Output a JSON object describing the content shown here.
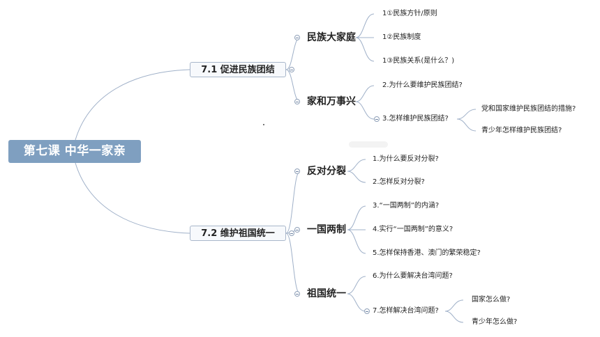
{
  "root": {
    "label": "第七课 中华一家亲"
  },
  "sections": [
    {
      "label": "7.1 促进民族团结",
      "topics": [
        {
          "label": "民族大家庭",
          "items": [
            "1①民族方针/原则",
            "1②民族制度",
            "1③民族关系(是什么？)"
          ]
        },
        {
          "label": "家和万事兴",
          "items": [
            "2.为什么要维护民族团结?",
            "3.怎样维护民族团结?"
          ],
          "subitems": [
            "党和国家维护民族团结的措施?",
            "青少年怎样维护民族团结?"
          ]
        }
      ]
    },
    {
      "label": "7.2 维护祖国统一",
      "topics": [
        {
          "label": "反对分裂",
          "items": [
            "1.为什么要反对分裂?",
            "2.怎样反对分裂?"
          ]
        },
        {
          "label": "一国两制",
          "items": [
            "3.“一国两制”的内涵?",
            "4.实行“一国两制”的意义?",
            "5.怎样保持香港、澳门的繁荣稳定?"
          ]
        },
        {
          "label": "祖国统一",
          "items": [
            "6.为什么要解决台湾问题?",
            "7.怎样解决台湾问题?"
          ],
          "subitems": [
            "国家怎么做?",
            "青少年怎么做?"
          ]
        }
      ]
    }
  ],
  "colors": {
    "root_fill": "#7f9fc0",
    "edge": "#9fb0c8",
    "section_border": "#a8b6ca"
  }
}
